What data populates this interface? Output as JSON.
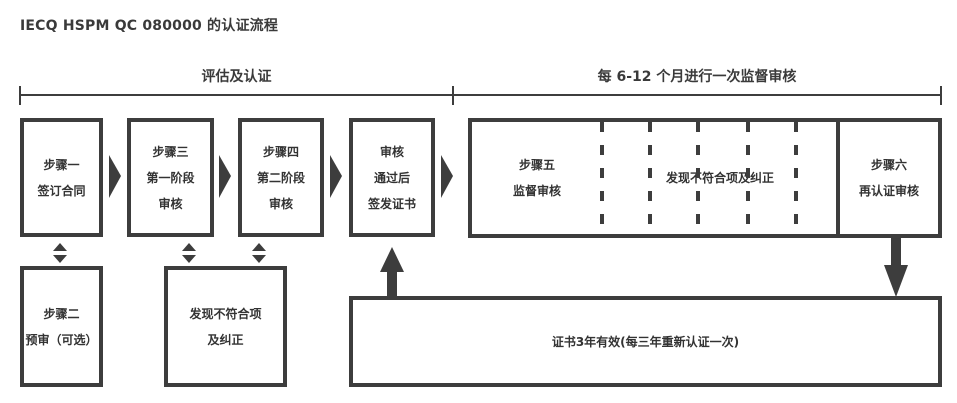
{
  "title": "IECQ HSPM QC 080000 的认证流程",
  "phases": {
    "evaluation": "评估及认证",
    "surveillance": "每 6-12 个月进行一次监督审核"
  },
  "steps": {
    "step1": [
      "步骤一",
      "签订合同"
    ],
    "step3": [
      "步骤三",
      "第一阶段",
      "审核"
    ],
    "step4": [
      "步骤四",
      "第二阶段",
      "审核"
    ],
    "review": [
      "审核",
      "通过后",
      "签发证书"
    ],
    "step5": [
      "步骤五",
      "监督审核"
    ],
    "ncr_top": "发现不符合项及纠正",
    "step6": [
      "步骤六",
      "再认证审核"
    ],
    "step2": [
      "步骤二",
      "预审（可选）"
    ],
    "ncr_bottom": [
      "发现不符合项",
      "及纠正"
    ],
    "certificate": "证书3年有效(每三年重新认证一次)"
  },
  "colors": {
    "stroke": "#3d3d3d",
    "text": "#333333"
  }
}
